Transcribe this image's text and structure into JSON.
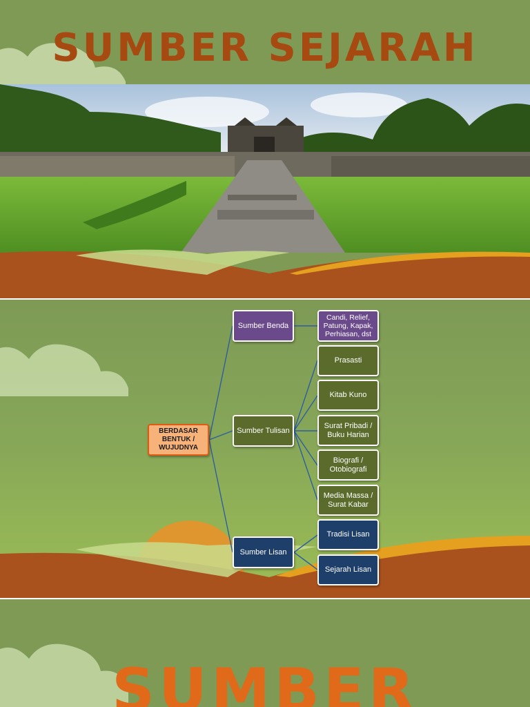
{
  "slide1": {
    "title": "SUMBER SEJARAH"
  },
  "slide2": {
    "root": "BERDASAR BENTUK / WUJUDNYA",
    "level1": {
      "benda": "Sumber Benda",
      "tulisan": "Sumber  Tulisan",
      "lisan": "Sumber Lisan"
    },
    "benda_items": [
      "Candi, Relief, Patung, Kapak, Perhiasan, dst"
    ],
    "tulisan_items": [
      "Prasasti",
      "Kitab Kuno",
      "Surat Pribadi / Buku Harian",
      "Biografi / Otobiografi",
      "Media Massa / Surat Kabar"
    ],
    "lisan_items": [
      "Tradisi Lisan",
      "Sejarah Lisan"
    ],
    "colors": {
      "background": "#7e9a55",
      "benda": "#6b4a8c",
      "tulisan": "#5a6b2c",
      "lisan": "#1f3f6b",
      "root": "#f7b27a",
      "connector": "#2e5f9e"
    }
  },
  "slide3": {
    "title": "SUMBER"
  }
}
